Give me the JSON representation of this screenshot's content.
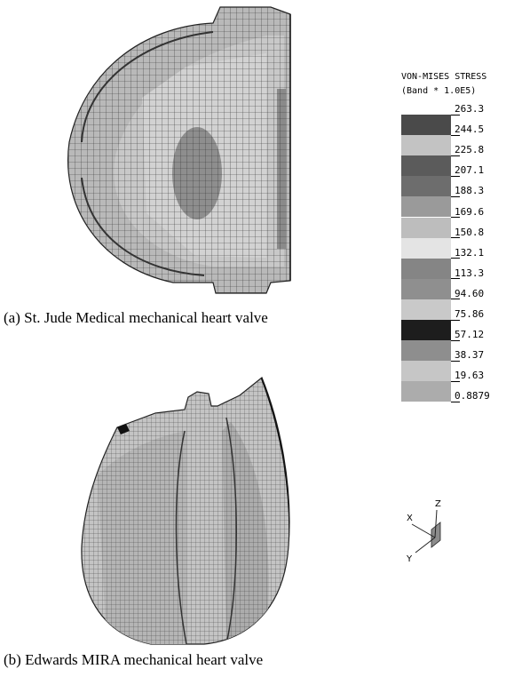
{
  "captions": {
    "a": "(a) St. Jude Medical mechanical heart valve",
    "b": "(b) Edwards MIRA mechanical heart valve"
  },
  "legend": {
    "title": "VON-MISES STRESS",
    "subtitle": "(Band * 1.0E5)",
    "values": [
      "263.3",
      "244.5",
      "225.8",
      "207.1",
      "188.3",
      "169.6",
      "150.8",
      "132.1",
      "113.3",
      "94.60",
      "75.86",
      "57.12",
      "38.37",
      "19.63",
      "0.8879"
    ],
    "band_colors": [
      "#4a4a4a",
      "#c3c3c3",
      "#5b5b5b",
      "#6d6d6d",
      "#9a9a9a",
      "#bdbdbd",
      "#e4e4e4",
      "#858585",
      "#8f8f8f",
      "#c9c9c9",
      "#1d1d1d",
      "#8e8e8e",
      "#c6c6c6",
      "#acacac"
    ]
  },
  "axes_triad": {
    "labels": [
      "X",
      "Z",
      "Y"
    ]
  }
}
